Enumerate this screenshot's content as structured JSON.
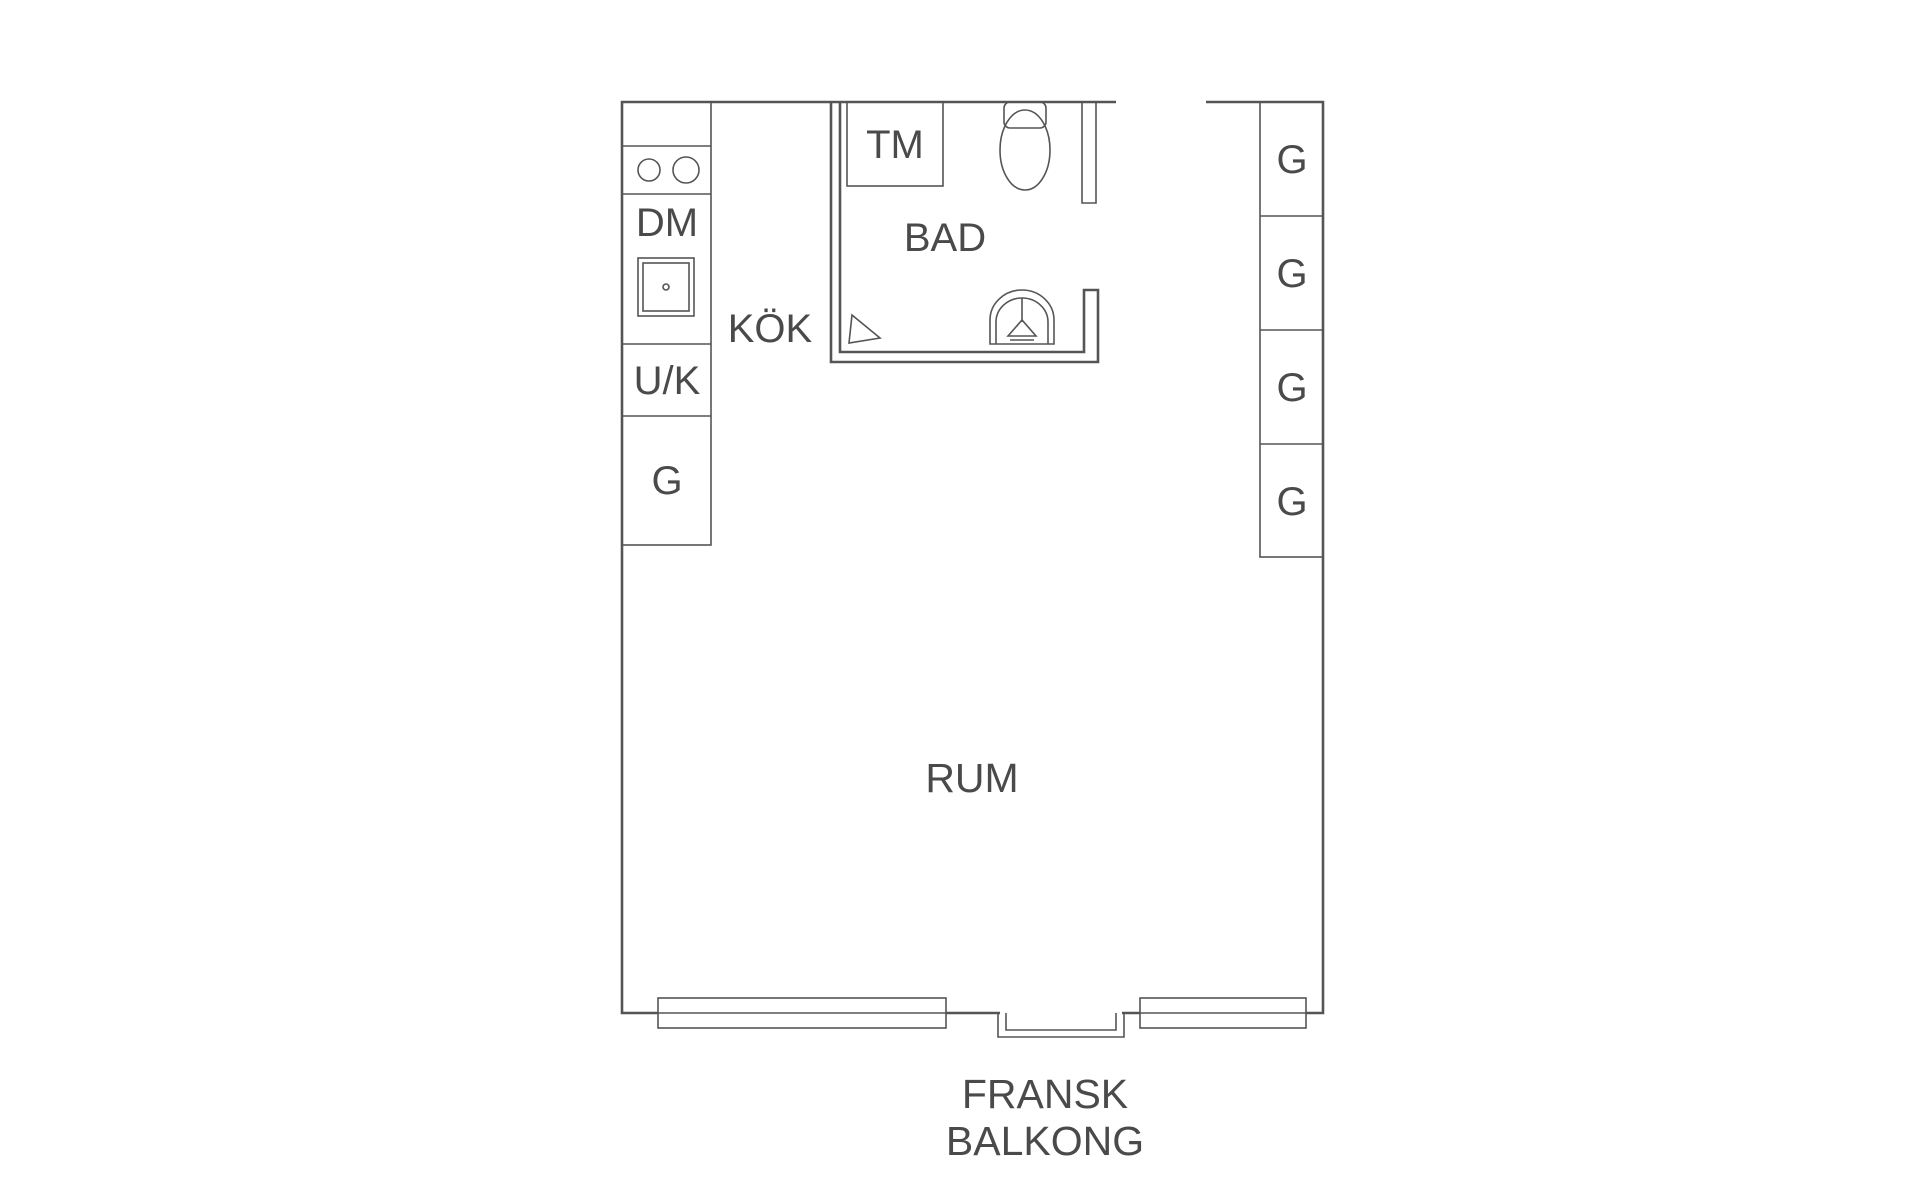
{
  "rooms": {
    "kitchen": "KÖK",
    "bath": "BAD",
    "room": "RUM"
  },
  "fixtures": {
    "dishwasher": "DM",
    "fridge_freezer": "U/K",
    "washer": "TM",
    "wardrobe": "G"
  },
  "balcony": {
    "line1": "FRANSK",
    "line2": "BALKONG"
  },
  "colors": {
    "line": "#555555",
    "text": "#4a4a4a",
    "background": "#ffffff"
  }
}
